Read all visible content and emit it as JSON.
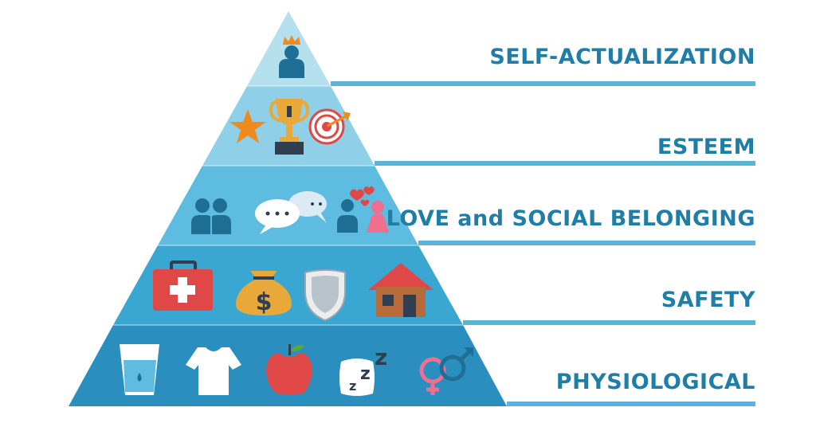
{
  "diagram": {
    "levels": [
      {
        "id": "self-actualization",
        "label": "SELF-ACTUALIZATION",
        "color": "#b4e0ee",
        "icons": [
          "crowned-person-icon"
        ]
      },
      {
        "id": "esteem",
        "label": "ESTEEM",
        "color": "#8fd0e8",
        "icons": [
          "star-icon",
          "trophy-icon",
          "target-icon"
        ]
      },
      {
        "id": "love",
        "label": "LOVE and SOCIAL BELONGING",
        "color": "#5dbcdf",
        "icons": [
          "friends-icon",
          "chat-bubbles-icon",
          "couple-hearts-icon"
        ]
      },
      {
        "id": "safety",
        "label": "SAFETY",
        "color": "#3aa6d2",
        "icons": [
          "first-aid-kit-icon",
          "money-bag-icon",
          "shield-icon",
          "house-icon"
        ]
      },
      {
        "id": "physiological",
        "label": "PHYSIOLOGICAL",
        "color": "#2a8fbe",
        "icons": [
          "water-glass-icon",
          "t-shirt-icon",
          "apple-icon",
          "sleep-pillow-icon",
          "gender-symbols-icon"
        ]
      }
    ],
    "colors": {
      "label_text": "#1f7ea8",
      "divider_line": "#5cb3d8",
      "icon_blue": "#1f6f94",
      "icon_orange": "#f08a1c",
      "icon_red": "#e04848",
      "icon_pink": "#ee6f8f",
      "icon_gold": "#e8a93a",
      "icon_brown": "#b86b3a"
    }
  }
}
